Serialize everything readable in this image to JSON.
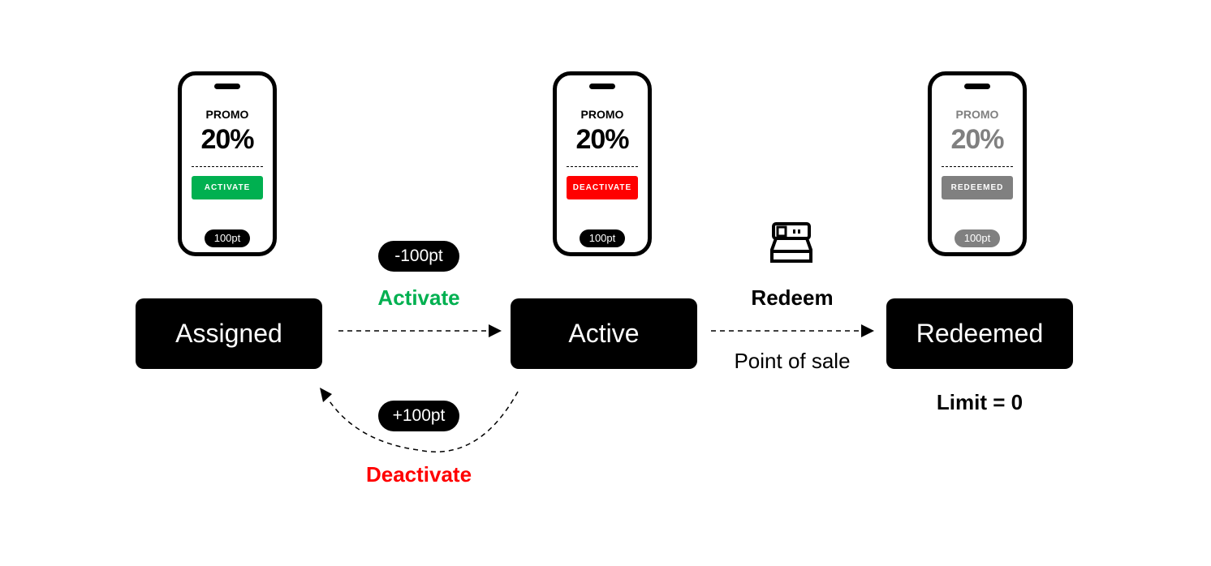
{
  "colors": {
    "green": "#00b050",
    "red": "#ff0000",
    "gray": "#808080",
    "black": "#000000"
  },
  "phones": [
    {
      "promo": "PROMO",
      "discount": "20%",
      "button": "ACTIVATE",
      "button_color": "#00b050",
      "points": "100pt",
      "state": "normal"
    },
    {
      "promo": "PROMO",
      "discount": "20%",
      "button": "DEACTIVATE",
      "button_color": "#ff0000",
      "points": "100pt",
      "state": "normal"
    },
    {
      "promo": "PROMO",
      "discount": "20%",
      "button": "REDEEMED",
      "button_color": "#808080",
      "points": "100pt",
      "state": "grayed"
    }
  ],
  "states": [
    {
      "label": "Assigned"
    },
    {
      "label": "Active"
    },
    {
      "label": "Redeemed"
    }
  ],
  "transitions": {
    "activate": {
      "label": "Activate",
      "cost": "-100pt",
      "color": "#00b050"
    },
    "deactivate": {
      "label": "Deactivate",
      "refund": "+100pt",
      "color": "#ff0000"
    },
    "redeem": {
      "label": "Redeem",
      "sublabel": "Point of sale",
      "icon": "cash-register-icon"
    }
  },
  "redeemed_note": "Limit = 0"
}
